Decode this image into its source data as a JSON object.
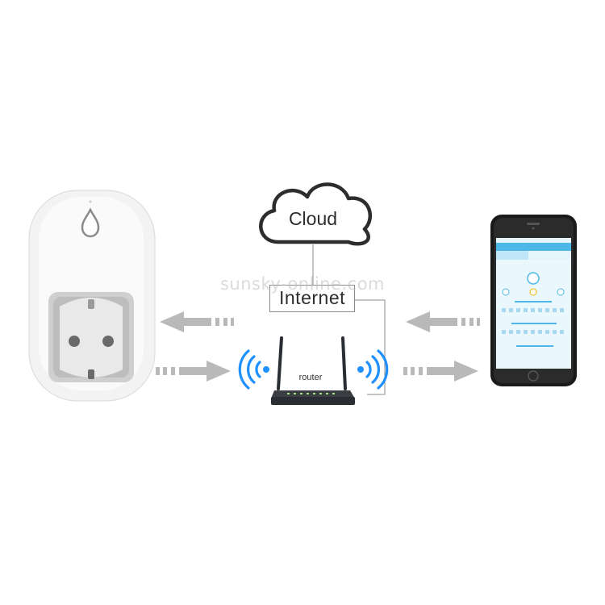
{
  "diagram": {
    "cloud_label": "Cloud",
    "internet_label": "Internet",
    "router_label": "router",
    "watermark": "sunsky-online.com"
  },
  "icons": [
    "smart-plug-icon",
    "cloud-icon",
    "router-icon",
    "wifi-signal-icon",
    "smartphone-icon",
    "arrow-icon"
  ],
  "colors": {
    "arrow": "#b9b9b9",
    "wifi": "#1e90ff",
    "connector_line": "#8c8c8c",
    "plug_body": "#f2f2f2",
    "router_body": "#2a2d31",
    "phone_body": "#1a1a1a",
    "app_accent": "#4db8e8"
  }
}
